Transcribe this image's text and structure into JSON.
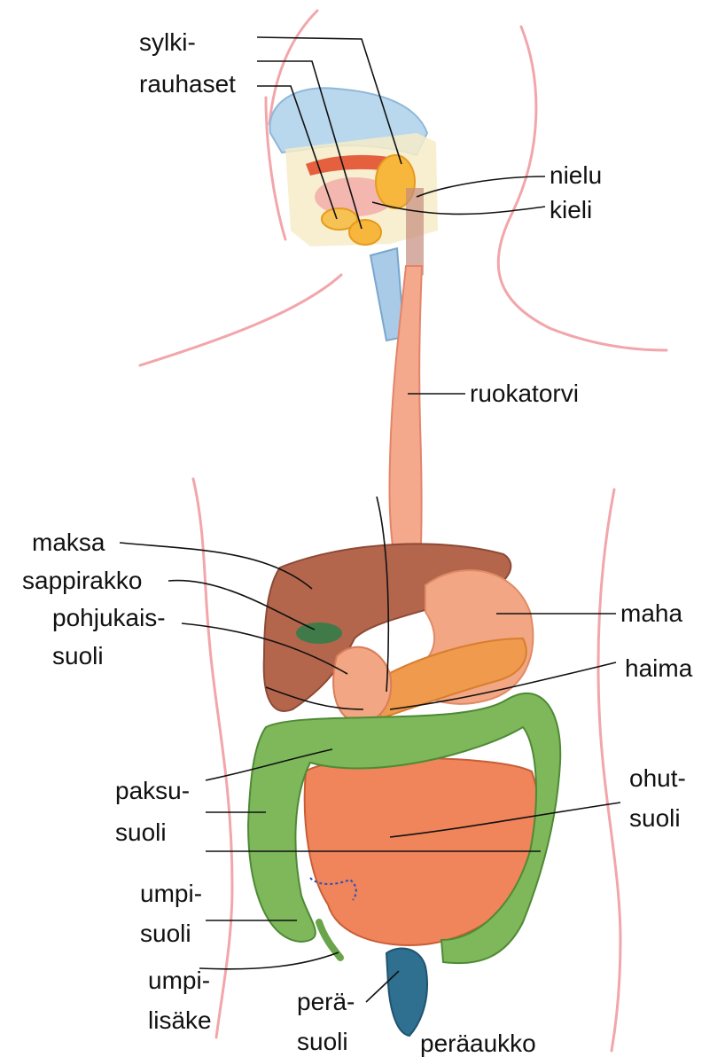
{
  "labels": {
    "salivary_1": "sylki-",
    "salivary_2": "rauhaset",
    "pharynx": "nielu",
    "tongue": "kieli",
    "esophagus": "ruokatorvi",
    "liver": "maksa",
    "gallbladder": "sappirakko",
    "duodenum_1": "pohjukais-",
    "duodenum_2": "suoli",
    "stomach": "maha",
    "pancreas": "haima",
    "large_intestine_1": "paksu-",
    "large_intestine_2": "suoli",
    "small_intestine_1": "ohut-",
    "small_intestine_2": "suoli",
    "cecum_1": "umpi-",
    "cecum_2": "suoli",
    "appendix_1": "umpi-",
    "appendix_2": "lisäke",
    "rectum_1": "perä-",
    "rectum_2": "suoli",
    "anus": "peräaukko"
  },
  "colors": {
    "body_outline": "#f2a6ab",
    "nasal": "#b9d8ee",
    "gland": "#f6b73c",
    "esophagus": "#f4a98c",
    "liver": "#b4664d",
    "gallbladder": "#3f7a48",
    "stomach": "#f2a683",
    "pancreas": "#ef9a4c",
    "small_intestine": "#f0845a",
    "large_intestine": "#7fb85b",
    "rectum": "#2f6f8f",
    "leader_line": "#111111"
  }
}
